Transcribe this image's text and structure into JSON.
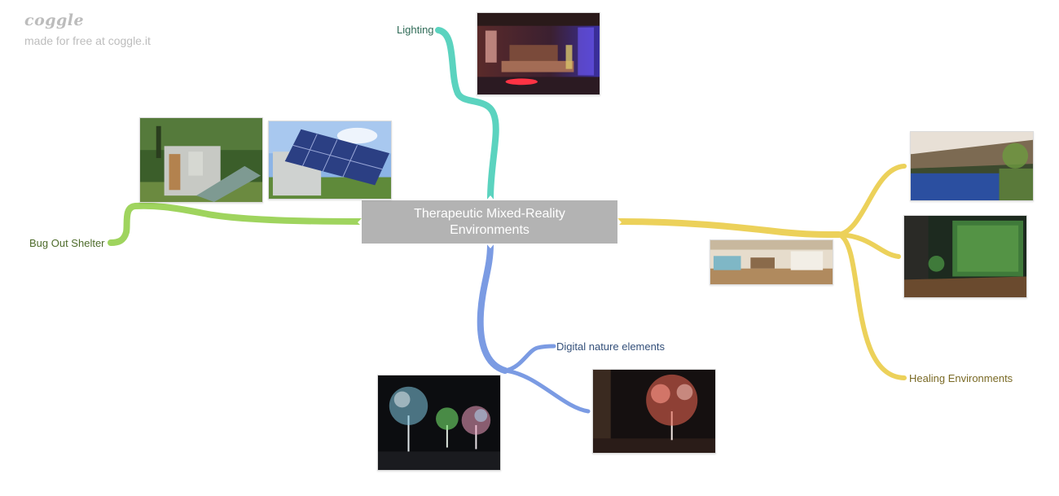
{
  "brand": {
    "logo": "coggle",
    "tagline": "made for free at coggle.it"
  },
  "root": {
    "line1": "Therapeutic Mixed-Reality",
    "line2": "Environments"
  },
  "branches": {
    "lighting": {
      "label": "Lighting",
      "color": "#5bd3bf",
      "text_color": "#2f6b57"
    },
    "bug_out": {
      "label": "Bug Out Shelter",
      "color": "#9fd45e",
      "text_color": "#4d6b2a"
    },
    "digital": {
      "label": "Digital nature elements",
      "color": "#7b9be3",
      "text_color": "#34507a"
    },
    "healing": {
      "label": "Healing Environments",
      "color": "#ecd15a",
      "text_color": "#7a6a26"
    }
  },
  "images": {
    "lighting": "living-room-lighting-image",
    "container_shelter": "container-shelter-image",
    "solar_container": "solar-panel-container-image",
    "trees_gallery": "light-trees-gallery-image",
    "pink_tree": "pink-light-tree-image",
    "resort_pool": "resort-pool-image",
    "green_wall": "green-wall-interior-image",
    "lobby": "lobby-interior-image"
  }
}
